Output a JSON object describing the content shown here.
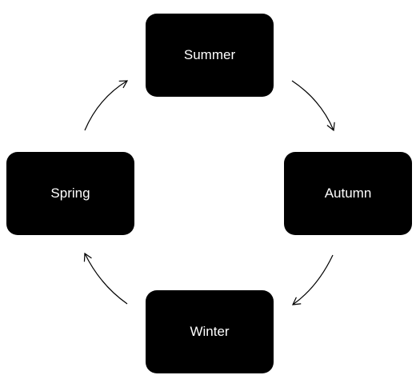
{
  "diagram": {
    "type": "cycle",
    "node_color": "#000000",
    "text_color": "#ffffff",
    "arrow_color": "#000000",
    "nodes": [
      {
        "id": "summer",
        "label": "Summer"
      },
      {
        "id": "autumn",
        "label": "Autumn"
      },
      {
        "id": "winter",
        "label": "Winter"
      },
      {
        "id": "spring",
        "label": "Spring"
      }
    ],
    "edges": [
      {
        "from": "summer",
        "to": "autumn"
      },
      {
        "from": "autumn",
        "to": "winter"
      },
      {
        "from": "winter",
        "to": "spring"
      },
      {
        "from": "spring",
        "to": "summer"
      }
    ]
  }
}
